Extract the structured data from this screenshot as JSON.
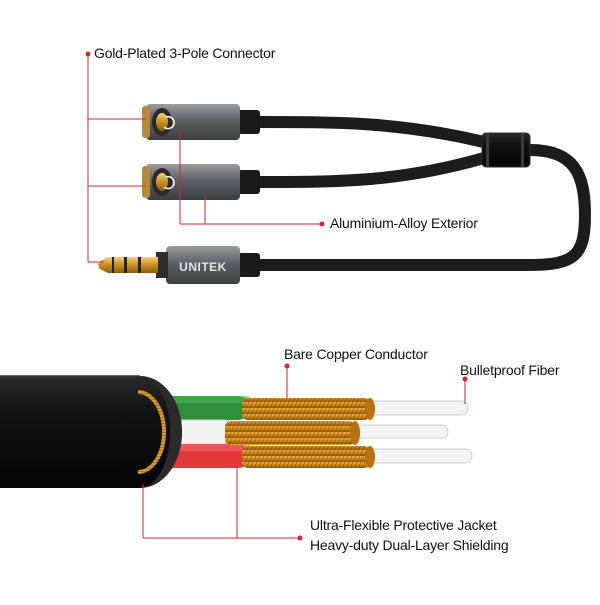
{
  "brand": "UNITEK",
  "labels": {
    "connector": "Gold-Plated 3-Pole Connector",
    "exterior": "Aluminium-Alloy Exterior",
    "conductor": "Bare Copper Conductor",
    "fiber": "Bulletproof Fiber",
    "jacket": "Ultra-Flexible Protective Jacket",
    "shielding": "Heavy-duty Dual-Layer Shielding"
  },
  "colors": {
    "callout_red": "#d8262c",
    "cable_black": "#1c1c1c",
    "housing_gray": "#6e7177",
    "gold": "#d9a53a",
    "copper": "#d58b16",
    "wire_green": "#2f8f3a",
    "wire_white": "#f2f2f2",
    "wire_red": "#e5383b"
  }
}
